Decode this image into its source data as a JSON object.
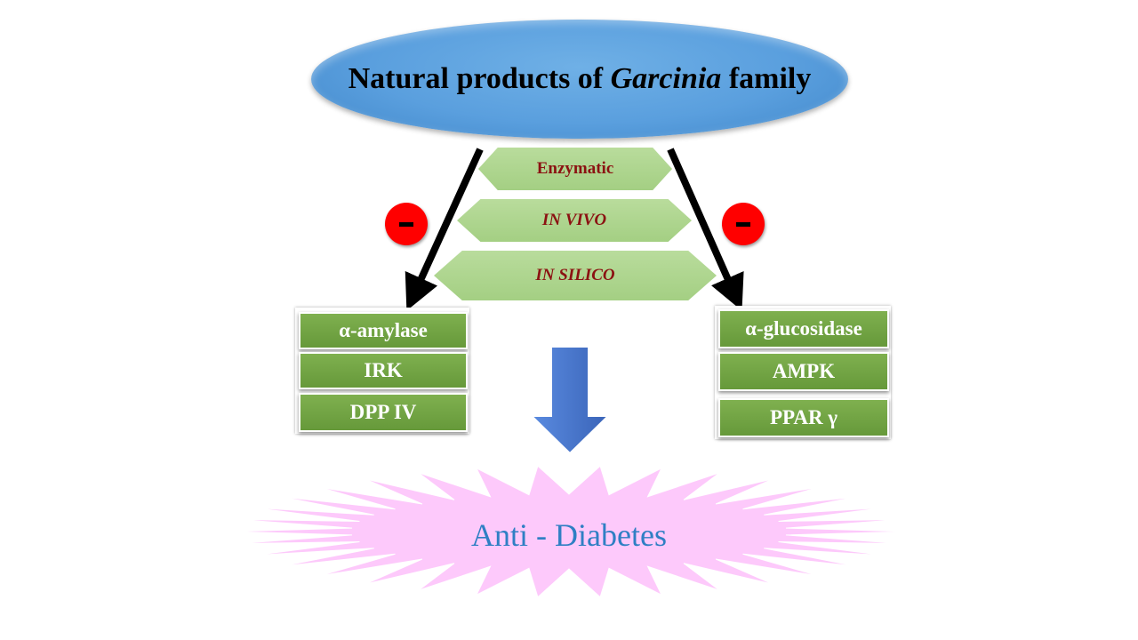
{
  "title": {
    "prefix": "Natural products of ",
    "italic": "Garcinia",
    "suffix": " family"
  },
  "methods": [
    "Enzymatic",
    "IN VIVO",
    "IN SILICO"
  ],
  "inhibit_symbol": "-",
  "left_targets": [
    "α-amylase",
    "IRK",
    "DPP IV"
  ],
  "right_targets": [
    "α-glucosidase",
    "AMPK",
    "PPAR γ"
  ],
  "result": "Anti - Diabetes",
  "colors": {
    "title_ellipse": "#5a9fde",
    "method_hex": "#a9d18e",
    "method_text": "#8b1212",
    "target_box": "#70a843",
    "inhibit_badge": "#ff0000",
    "down_arrow": "#4472c4",
    "burst": "#fdc9fb",
    "result_text": "#2f7fc4"
  }
}
